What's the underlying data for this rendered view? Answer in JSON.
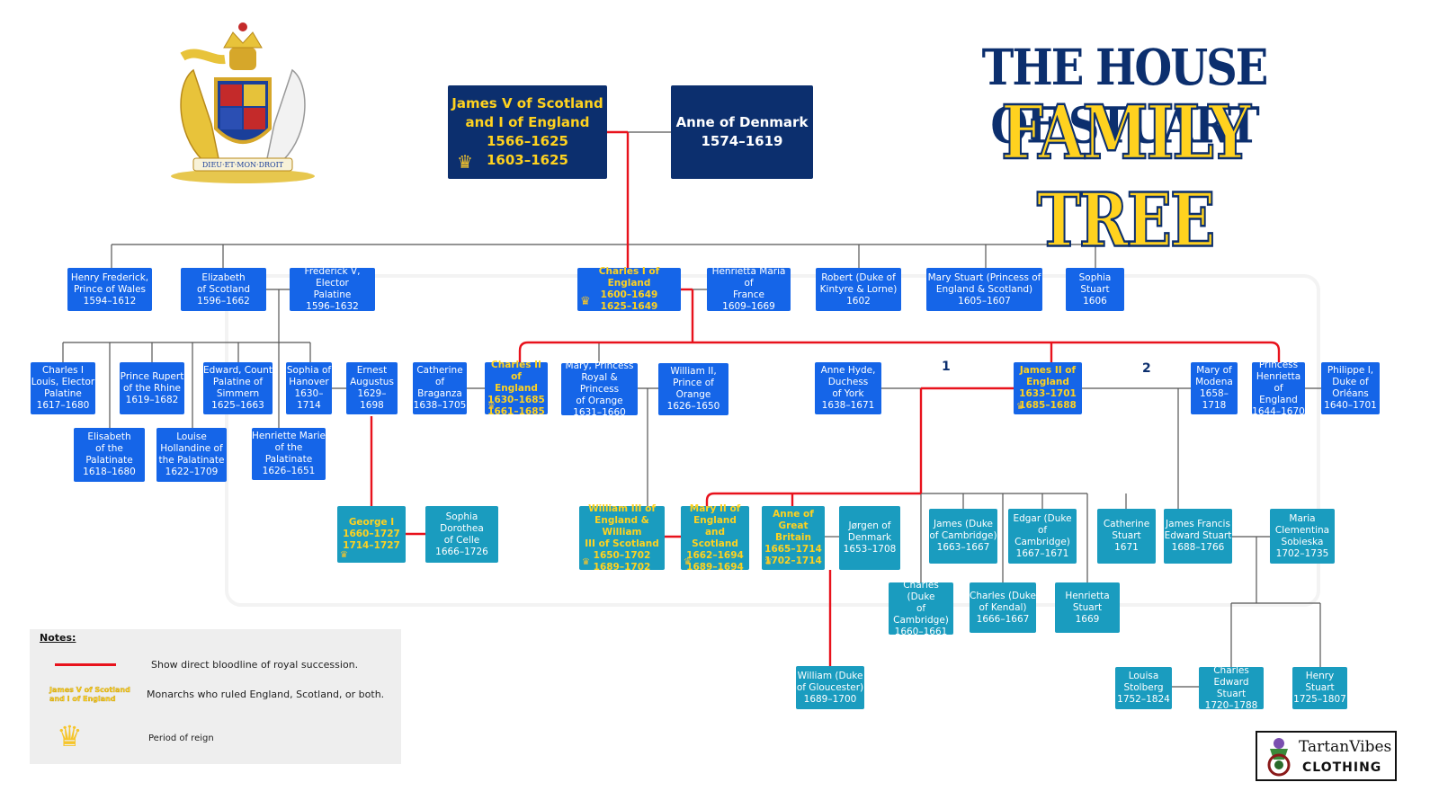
{
  "title": {
    "line1": "THE HOUSE OF STUART",
    "line2": "FAMILY TREE"
  },
  "coat_of_arms": {
    "motto": "DIEU·ET·MON·DROIT",
    "icon": "royal-coat-of-arms-icon"
  },
  "generation_labels": {
    "first_marriage": "1",
    "second_marriage": "2"
  },
  "people": {
    "james_i": "James V of Scotland\nand I of England\n1566–1625\n1603–1625",
    "anne_denmark": "Anne of Denmark\n1574–1619",
    "henry_frederick": "Henry Frederick,\nPrince of Wales\n1594–1612",
    "elizabeth_scotland": "Elizabeth\nof Scotland\n1596–1662",
    "frederick_v": "Frederick V, Elector\nPalatine\n1596–1632",
    "charles_i": "Charles I of England\n1600–1649\n1625–1649",
    "henrietta_maria": "Henrietta Maria of\nFrance\n1609–1669",
    "robert": "Robert (Duke of\nKintyre & Lorne)\n1602",
    "mary_stuart": "Mary Stuart (Princess of\nEngland & Scotland)\n1605–1607",
    "sophia_stuart": "Sophia\nStuart\n1606",
    "charles_louis": "Charles I\nLouis, Elector\nPalatine\n1617–1680",
    "prince_rupert": "Prince Rupert\nof the Rhine\n1619–1682",
    "edward_count": "Edward, Count\nPalatine of\nSimmern\n1625–1663",
    "sophia_hanover": "Sophia of\nHanover\n1630–1714",
    "ernest_augustus": "Ernest\nAugustus\n1629–1698",
    "elisabeth_palatinate": "Elisabeth\nof the\nPalatinate\n1618–1680",
    "louise_hollandine": "Louise\nHollandine of\nthe Palatinate\n1622–1709",
    "henriette_marie": "Henriette Marie\nof the\nPalatinate\n1626–1651",
    "catherine_braganza": "Catherine\nof Braganza\n1638–1705",
    "charles_ii": "Charles II of\nEngland\n1630–1685\n1661–1685",
    "mary_princess_royal": "Mary, Princess\nRoyal & Princess\nof Orange\n1631–1660",
    "william_ii": "William II,\nPrince of\nOrange\n1626–1650",
    "anne_hyde": "Anne Hyde,\nDuchess\nof York\n1638–1671",
    "james_ii": "James II of\nEngland\n1633–1701\n1685–1688",
    "mary_modena": "Mary of\nModena\n1658–1718",
    "henrietta_england": "Princess\nHenrietta of\nEngland\n1644–1670",
    "philippe": "Philippe I,\nDuke of\nOrléans\n1640–1701",
    "george_i": "George I\n1660–1727\n1714–1727",
    "sophia_dorothea": "Sophia\nDorothea\nof Celle\n1666–1726",
    "william_iii": "William III of\nEngland & William\nIII of Scotland\n1650–1702\n1689–1702",
    "mary_ii": "Mary II of\nEngland\nand Scotland\n1662–1694\n1689–1694",
    "queen_anne": "Anne of\nGreat Britain\n1665–1714\n1702–1714",
    "jorgen": "Jørgen of\nDenmark\n1653–1708",
    "james_cambridge": "James (Duke\nof Cambridge)\n1663–1667",
    "edgar_cambridge": "Edgar (Duke\nof\nCambridge)\n1667–1671",
    "catherine_stuart": "Catherine\nStuart\n1671",
    "james_francis": "James Francis\nEdward Stuart\n1688–1766",
    "maria_clementina": "Maria\nClementina\nSobieska\n1702–1735",
    "charles_cambridge": "Charles (Duke\nof\nCambridge)\n1660–1661",
    "charles_kendal": "Charles (Duke\nof Kendal)\n1666–1667",
    "henrietta_stuart": "Henrietta\nStuart\n1669",
    "william_gloucester": "William (Duke\nof Gloucester)\n1689–1700",
    "louisa_stolberg": "Louisa\nStolberg\n1752–1824",
    "charles_edward": "Charles\nEdward Stuart\n1720–1788",
    "henry_stuart": "Henry\nStuart\n1725–1807"
  },
  "notes": {
    "title": "Notes:",
    "line_desc": "Show direct bloodline of royal succession.",
    "monarch_sample": "James V of Scotland and I of England",
    "monarch_desc": "Monarchs who ruled England, Scotland, or both.",
    "crown_desc": "Period of reign"
  },
  "logo": {
    "name": "TartanVibes",
    "sub": "CLOTHING",
    "icon": "thistle-icon"
  },
  "colors": {
    "box_blue": "#1565e8",
    "box_teal": "#1a9cbf",
    "navy": "#0c2f6e",
    "gold": "#ffd21f",
    "bloodline": "#e8121c"
  }
}
